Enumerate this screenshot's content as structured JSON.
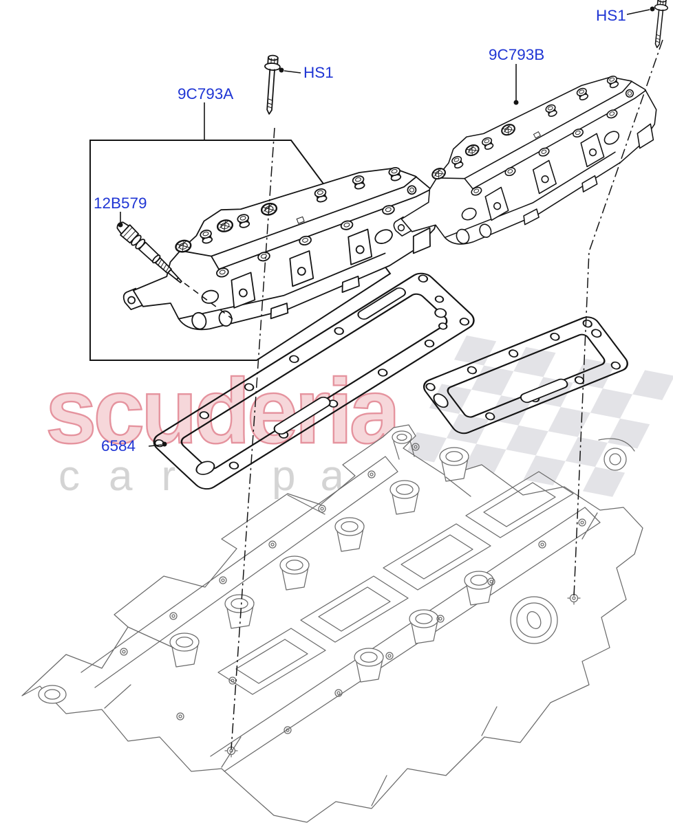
{
  "diagram": {
    "type": "exploded-parts-diagram",
    "subject": "Cylinder head / camshaft covers exploded view",
    "background": "#ffffff"
  },
  "callouts": {
    "hs1_top": {
      "label": "HS1"
    },
    "hs1_mid": {
      "label": "HS1"
    },
    "cover_right": {
      "label": "9C793B"
    },
    "cover_left": {
      "label": "9C793A"
    },
    "glow_plug": {
      "label": "12B579"
    },
    "gasket": {
      "label": "6584"
    }
  },
  "watermark": {
    "brand": "scuderia",
    "tagline_left": "car",
    "tagline_right": "parts"
  },
  "colors": {
    "label_blue": "#1f35d4",
    "line_black": "#141414",
    "block_gray": "#6a6a6a",
    "wm_fill": "#f6d7da",
    "wm_stroke": "#e5939e",
    "wm_gray": "#cacaca",
    "flag_gray": "#e3e3e7"
  }
}
